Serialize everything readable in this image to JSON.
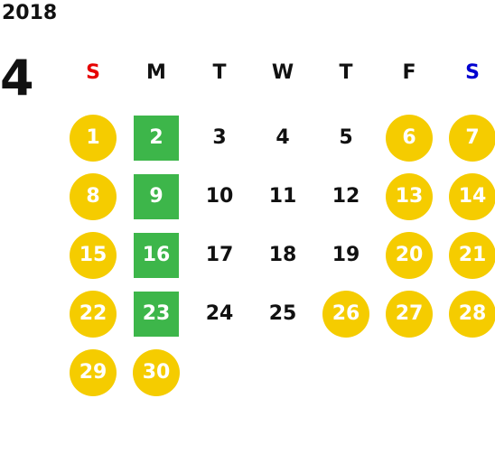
{
  "year": "2018",
  "month": "4",
  "weekdays": [
    {
      "label": "S",
      "type": "sun"
    },
    {
      "label": "M",
      "type": "normal"
    },
    {
      "label": "T",
      "type": "normal"
    },
    {
      "label": "W",
      "type": "normal"
    },
    {
      "label": "T",
      "type": "normal"
    },
    {
      "label": "F",
      "type": "normal"
    },
    {
      "label": "S",
      "type": "sat"
    }
  ],
  "colors": {
    "sunday": "#e60000",
    "saturday": "#0000d0",
    "circle": "#f5cc00",
    "square": "#3db64a"
  },
  "weeks": [
    [
      {
        "day": "1",
        "style": "circle"
      },
      {
        "day": "2",
        "style": "square"
      },
      {
        "day": "3",
        "style": "plain"
      },
      {
        "day": "4",
        "style": "plain"
      },
      {
        "day": "5",
        "style": "plain"
      },
      {
        "day": "6",
        "style": "circle"
      },
      {
        "day": "7",
        "style": "circle"
      }
    ],
    [
      {
        "day": "8",
        "style": "circle"
      },
      {
        "day": "9",
        "style": "square"
      },
      {
        "day": "10",
        "style": "plain"
      },
      {
        "day": "11",
        "style": "plain"
      },
      {
        "day": "12",
        "style": "plain"
      },
      {
        "day": "13",
        "style": "circle"
      },
      {
        "day": "14",
        "style": "circle"
      }
    ],
    [
      {
        "day": "15",
        "style": "circle"
      },
      {
        "day": "16",
        "style": "square"
      },
      {
        "day": "17",
        "style": "plain"
      },
      {
        "day": "18",
        "style": "plain"
      },
      {
        "day": "19",
        "style": "plain"
      },
      {
        "day": "20",
        "style": "circle"
      },
      {
        "day": "21",
        "style": "circle"
      }
    ],
    [
      {
        "day": "22",
        "style": "circle"
      },
      {
        "day": "23",
        "style": "square"
      },
      {
        "day": "24",
        "style": "plain"
      },
      {
        "day": "25",
        "style": "plain"
      },
      {
        "day": "26",
        "style": "circle"
      },
      {
        "day": "27",
        "style": "circle"
      },
      {
        "day": "28",
        "style": "circle"
      }
    ],
    [
      {
        "day": "29",
        "style": "circle"
      },
      {
        "day": "30",
        "style": "circle"
      },
      {
        "day": "",
        "style": "empty"
      },
      {
        "day": "",
        "style": "empty"
      },
      {
        "day": "",
        "style": "empty"
      },
      {
        "day": "",
        "style": "empty"
      },
      {
        "day": "",
        "style": "empty"
      }
    ]
  ]
}
